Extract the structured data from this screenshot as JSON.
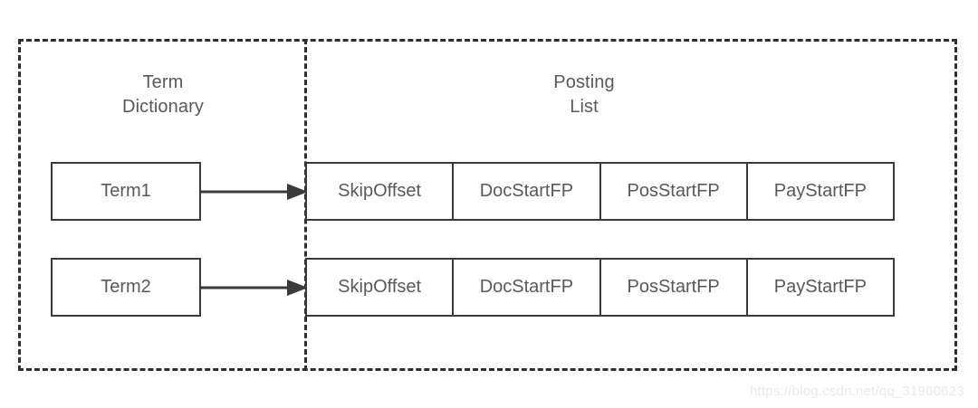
{
  "diagram": {
    "sections": {
      "term_dictionary": {
        "caption": "Term\nDictionary"
      },
      "posting_list": {
        "caption": "Posting\nList"
      }
    },
    "terms": [
      {
        "label": "Term1"
      },
      {
        "label": "Term2"
      }
    ],
    "posting_columns": [
      "SkipOffset",
      "DocStartFP",
      "PosStartFP",
      "PayStartFP"
    ],
    "posting_rows": [
      {
        "cells": [
          "SkipOffset",
          "DocStartFP",
          "PosStartFP",
          "PayStartFP"
        ]
      },
      {
        "cells": [
          "SkipOffset",
          "DocStartFP",
          "PosStartFP",
          "PayStartFP"
        ]
      }
    ],
    "connectors": [
      {
        "from": "Term1",
        "to": "posting-row-1"
      },
      {
        "from": "Term2",
        "to": "posting-row-2"
      }
    ],
    "colors": {
      "border": "#3a3a3a",
      "dashed_border": "#2f2f2f",
      "text": "#595959",
      "background": "#ffffff",
      "watermark": "#e9eaec"
    }
  },
  "watermark": {
    "text": "https://blog.csdn.net/qq_31960623"
  }
}
